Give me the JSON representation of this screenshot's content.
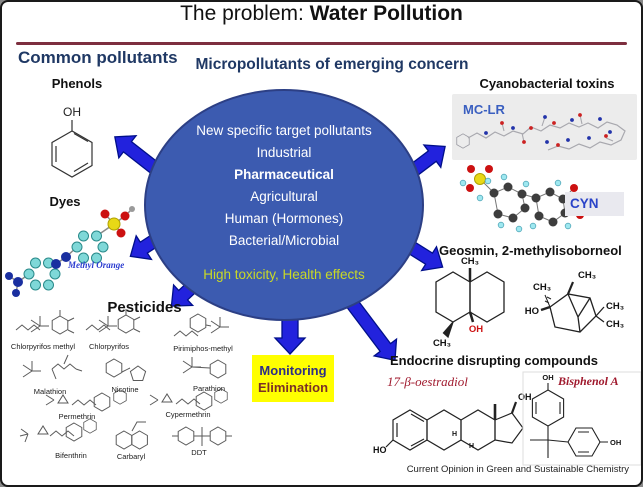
{
  "slide": {
    "title_prefix": "The problem: ",
    "title_emphasis": "Water Pollution",
    "footer": "Current Opinion in Green and Sustainable Chemistry"
  },
  "colors": {
    "ellipse_blue": "#3c5bb0",
    "arrow_blue": "#2222dd",
    "heading_navy": "#1f3864",
    "title_rule_maroon": "#7d2f3f",
    "highlight_yellow": "#ffff00",
    "toxicity_text_green": "#c9d926",
    "red_compound_label": "#a01a2e"
  },
  "left": {
    "heading": "Common pollutants",
    "phenols": {
      "label": "Phenols",
      "oh": "OH"
    },
    "dyes": {
      "label": "Dyes",
      "molecule_name": "Methyl Orange"
    },
    "pesticides": {
      "heading": "Pesticides",
      "items": [
        "Chlorpyrifos methyl",
        "Chlorpyrifos",
        "Pirimiphos-methyl",
        "Malathion",
        "Nicotine",
        "Parathion",
        "Permethrin",
        "Cypermethrin",
        "Bifenthrin",
        "Carbaryl",
        "DDT"
      ]
    }
  },
  "center": {
    "heading": "Micropollutants of emerging concern",
    "ellipse_lines": [
      "New specific target pollutants",
      "Industrial",
      "Pharmaceutical",
      "Agricultural",
      "Human (Hormones)",
      "Bacterial/Microbial"
    ],
    "highlight_line": "High toxicity, Health effects",
    "action_box": {
      "line1": "Monitoring",
      "line2": "Elimination"
    }
  },
  "right": {
    "cyanotoxins": {
      "heading": "Cyanobacterial toxins",
      "toxin1": "MC-LR",
      "toxin2": "CYN"
    },
    "geosmin": {
      "heading": "Geosmin, 2-methylisoborneol",
      "ch3": "CH₃",
      "oh": "OH",
      "ho": "HO"
    },
    "endocrine": {
      "heading": "Endocrine disrupting compounds",
      "compound1": "17-β-oestradiol",
      "compound2": "Bisphenol A",
      "ho": "HO",
      "oh": "OH",
      "h": "H"
    }
  }
}
